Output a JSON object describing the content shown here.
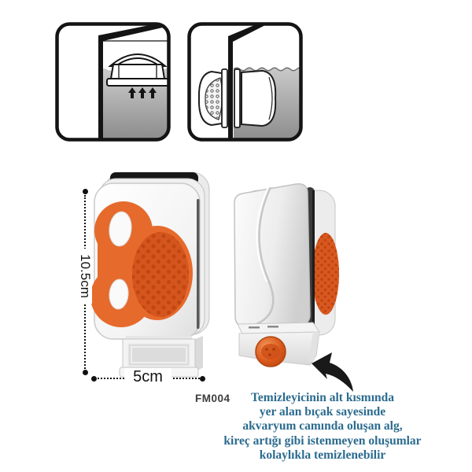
{
  "colors": {
    "accent_orange": "#e66a2c",
    "pad_orange": "#d5551e",
    "knob_orange": "#d8571b",
    "description_blue": "#2b6b8f",
    "diagram_ink": "#141414"
  },
  "dimensions": {
    "height_label": "10.5cm",
    "width_label": "5cm"
  },
  "product": {
    "code": "FM004"
  },
  "description": {
    "lines": [
      "Temizleyicinin alt kısmında",
      "yer alan bıçak sayesinde",
      "akvaryum camında oluşan alg,",
      "kireç artığı gibi istenmeyen oluşumlar",
      "kolaylıkla temizlenebilir"
    ]
  }
}
